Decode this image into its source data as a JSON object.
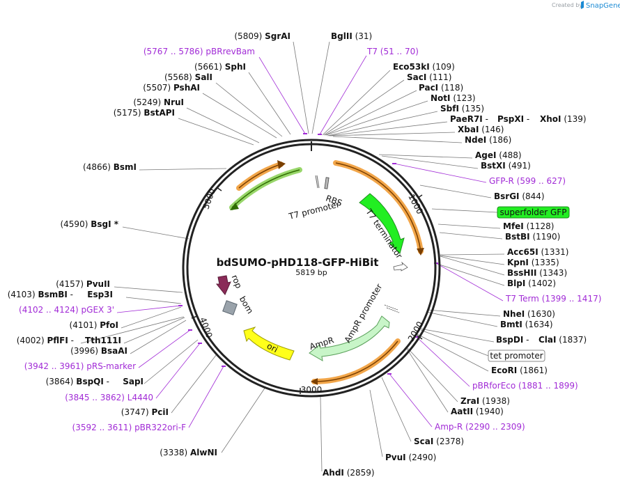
{
  "center": {
    "name": "bdSUMO-pHD118-GFP-HiBit",
    "length": "5819 bp"
  },
  "credit": {
    "prefix": "Created by",
    "brand": "SnapGene"
  },
  "colors": {
    "primer": "#a12bd6",
    "gfp": "#22ee22",
    "ori": "#ffff1a",
    "ampr": "#c8f5c8",
    "rop": "#8a2b58",
    "bom": "#9aa3ab",
    "backbone": "#222222"
  },
  "tick_marks": [
    "1000",
    "2000",
    "3000",
    "4000",
    "5000"
  ],
  "feature_labels": [
    "RBS",
    "T7 promoter",
    "T7 terminator",
    "AmpR promoter",
    "AmpR",
    "ori",
    "rop",
    "bom"
  ],
  "boxed_labels": [
    {
      "text": "superfolder GFP",
      "fill": "#22ee22",
      "stroke": "#1b8f1b"
    },
    {
      "text": "tet promoter",
      "fill": "#ffffff",
      "stroke": "#888888"
    }
  ],
  "sites": [
    {
      "name": "SgrAI",
      "pos": "(5809)"
    },
    {
      "name": "BglII",
      "pos": "(31)"
    },
    {
      "name": "pBRrevBam",
      "pos": "(5767 .. 5786)",
      "primer": true
    },
    {
      "name": "T7",
      "pos": "(51 .. 70)",
      "primer": true
    },
    {
      "name": "SphI",
      "pos": "(5661)"
    },
    {
      "name": "Eco53kI",
      "pos": "(109)"
    },
    {
      "name": "SalI",
      "pos": "(5568)"
    },
    {
      "name": "SacI",
      "pos": "(111)"
    },
    {
      "name": "PshAI",
      "pos": "(5507)"
    },
    {
      "name": "PacI",
      "pos": "(118)"
    },
    {
      "name": "NotI",
      "pos": "(123)"
    },
    {
      "name": "NruI",
      "pos": "(5249)"
    },
    {
      "name": "SbfI",
      "pos": "(135)"
    },
    {
      "name": "BstAPI",
      "pos": "(5175)"
    },
    {
      "name": "PaeR7I",
      "pos": "",
      "sep": "-"
    },
    {
      "name": "PspXI",
      "pos": "",
      "sep": "-"
    },
    {
      "name": "XhoI",
      "pos": "(139)"
    },
    {
      "name": "XbaI",
      "pos": "(146)"
    },
    {
      "name": "NdeI",
      "pos": "(186)"
    },
    {
      "name": "AgeI",
      "pos": "(488)"
    },
    {
      "name": "BsmI",
      "pos": "(4866)"
    },
    {
      "name": "BstXI",
      "pos": "(491)"
    },
    {
      "name": "GFP-R",
      "pos": "(599 .. 627)",
      "primer": true
    },
    {
      "name": "BsrGI",
      "pos": "(844)"
    },
    {
      "name": "BsgI *",
      "pos": "(4590)"
    },
    {
      "name": "MfeI",
      "pos": "(1128)"
    },
    {
      "name": "BstBI",
      "pos": "(1190)"
    },
    {
      "name": "Acc65I",
      "pos": "(1331)"
    },
    {
      "name": "KpnI",
      "pos": "(1335)"
    },
    {
      "name": "BssHII",
      "pos": "(1343)"
    },
    {
      "name": "PvuII",
      "pos": "(4157)"
    },
    {
      "name": "BlpI",
      "pos": "(1402)"
    },
    {
      "name": "BsmBI",
      "pos": "(4103)",
      "sep": "-"
    },
    {
      "name": "Esp3I",
      "pos": ""
    },
    {
      "name": "T7 Term",
      "pos": "(1399 .. 1417)",
      "primer": true
    },
    {
      "name": "pGEX 3'",
      "pos": "(4102 .. 4124)",
      "primer": true
    },
    {
      "name": "NheI",
      "pos": "(1630)"
    },
    {
      "name": "PfoI",
      "pos": "(4101)"
    },
    {
      "name": "BmtI",
      "pos": "(1634)"
    },
    {
      "name": "PflFI",
      "pos": "(4002)",
      "sep": "-"
    },
    {
      "name": "Tth111I",
      "pos": ""
    },
    {
      "name": "BspDI",
      "pos": "",
      "sep": "-"
    },
    {
      "name": "ClaI",
      "pos": "(1837)"
    },
    {
      "name": "BsaAI",
      "pos": "(3996)"
    },
    {
      "name": "pRS-marker",
      "pos": "(3942 .. 3961)",
      "primer": true
    },
    {
      "name": "EcoRI",
      "pos": "(1861)"
    },
    {
      "name": "BspQI",
      "pos": "(3864)",
      "sep": "-"
    },
    {
      "name": "SapI",
      "pos": ""
    },
    {
      "name": "pBRforEco",
      "pos": "(1881 .. 1899)",
      "primer": true
    },
    {
      "name": "L4440",
      "pos": "(3845 .. 3862)",
      "primer": true
    },
    {
      "name": "ZraI",
      "pos": "(1938)"
    },
    {
      "name": "AatII",
      "pos": "(1940)"
    },
    {
      "name": "PciI",
      "pos": "(3747)"
    },
    {
      "name": "Amp-R",
      "pos": "(2290 .. 2309)",
      "primer": true
    },
    {
      "name": "pBR322ori-F",
      "pos": "(3592 .. 3611)",
      "primer": true
    },
    {
      "name": "ScaI",
      "pos": "(2378)"
    },
    {
      "name": "AlwNI",
      "pos": "(3338)"
    },
    {
      "name": "PvuI",
      "pos": "(2490)"
    },
    {
      "name": "AhdI",
      "pos": "(2859)"
    }
  ]
}
